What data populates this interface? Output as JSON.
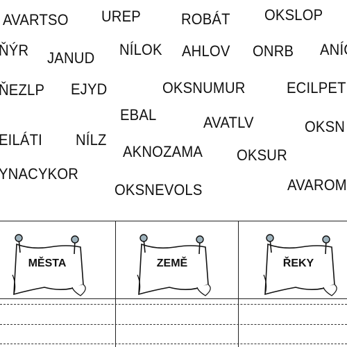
{
  "words": [
    "AVARTSO",
    "UREP",
    "ROBÁT",
    "OKSLOP",
    "ŇÝR",
    "JANUD",
    "NÍLOK",
    "AHLOV",
    "ONRB",
    "ANÍC",
    "ŇEZLP",
    "EJYD",
    "OKSNUMUR",
    "ECILPET",
    "EBAL",
    "AVATLV",
    "OKSN",
    "EILÁTI",
    "NÍLZ",
    "AKNOZAMA",
    "OKSUR",
    "YNACYKOR",
    "OKSNEVOLS",
    "AVAROM"
  ],
  "categories": [
    "MĚSTA",
    "ZEMĚ",
    "ŘEKY"
  ],
  "colors": {
    "ink": "#111111",
    "paper": "#ffffff",
    "pin": "#9fb3bd"
  }
}
